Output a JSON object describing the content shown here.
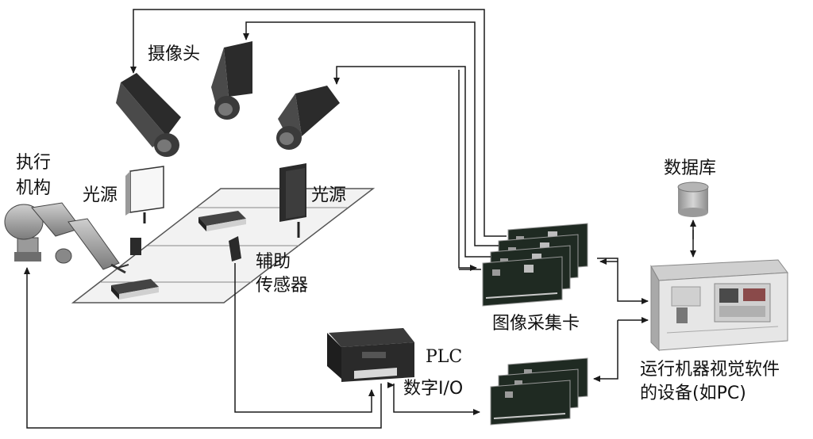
{
  "labels": {
    "camera": "摄像头",
    "actuator": "执行\n机构",
    "light_left": "光源",
    "light_right": "光源",
    "aux_sensor": "辅助\n传感器",
    "database": "数据库",
    "capture_card": "图像采集卡",
    "plc": "PLC",
    "digital_io": "数字I/O",
    "pc_software": "运行机器视觉软件\n的设备(如PC)"
  },
  "colors": {
    "line": "#1a1a1a",
    "camera_body": "#2b2b2b",
    "board_green": "#1f2a22",
    "panel_grey": "#d9d9d9"
  }
}
